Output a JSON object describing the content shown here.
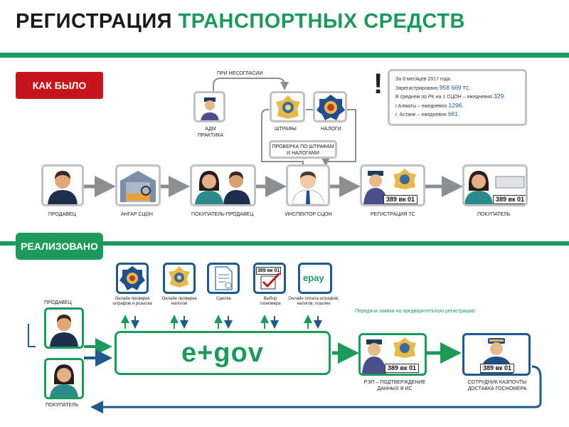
{
  "title": {
    "part1": "РЕГИСТРАЦИЯ",
    "part2": "ТРАНСПОРТНЫХ СРЕДСТВ"
  },
  "colors": {
    "green": "#1d9a5b",
    "red": "#c4161c",
    "blue": "#1f5a8c",
    "gray": "#bfc3c6"
  },
  "before": {
    "badge": "КАК БЫЛО",
    "disagree_label": "ПРИ НЕСОГЛАСИИ",
    "check_label": "ПРОВЕРКА ПО ШТРАФАМ И НАЛОГАМИ",
    "side_nodes": [
      {
        "label": "АДМ ПРАКТИКА",
        "icon": "police-officer-icon"
      },
      {
        "label": "ШТРАФЫ",
        "icon": "police-emblem-icon"
      },
      {
        "label": "НАЛОГИ",
        "icon": "tax-emblem-icon"
      }
    ],
    "steps": [
      {
        "label": "ПРОДАВЕЦ",
        "icon": "man-avatar-icon"
      },
      {
        "label": "АНГАР СЦОН",
        "icon": "garage-inspection-icon"
      },
      {
        "label": "ПОКУПАТЕЛЬ-ПРОДАВЕЦ",
        "icon": "woman-and-man-avatar-icon"
      },
      {
        "label": "ИНСПЕКТОР СЦОН",
        "icon": "inspector-avatar-icon"
      },
      {
        "label": "РЕГИСТРАЦИЯ ТС",
        "icon": "police-registration-icon"
      },
      {
        "label": "ПОКУПАТЕЛЬ",
        "icon": "woman-with-plate-icon"
      }
    ],
    "info": {
      "line1": "За 8 месяцев 2017 года",
      "line2_prefix": "Зарегистрировано",
      "line2_value": "958 669",
      "line2_suffix": "ТС.",
      "line3": "В среднем по РК на 1 СЦОН –  ежедневно",
      "line3_value": "329",
      "line4": "г.Алматы – ежедневно",
      "line4_value": "1296",
      "line5": "г. Астане – ежедневно",
      "line5_value": "661"
    }
  },
  "after": {
    "badge": "РЕАЛИЗОВАНО",
    "egov_logo": "e+gov",
    "services": [
      {
        "label": "Онлайн проверка штрафов и розыска",
        "icon": "tax-emblem-icon"
      },
      {
        "label": "Онлайн проверка налогов",
        "icon": "police-emblem-icon"
      },
      {
        "label": "Сделка",
        "icon": "document-icon"
      },
      {
        "label": "Выбор госномера",
        "icon": "plate-choice-icon"
      },
      {
        "label": "Онлайн оплата штрафов, налогов, пошлин",
        "icon": "epay-icon"
      }
    ],
    "epay_text": "epay",
    "seller_label": "ПРОДАВЕЦ",
    "buyer_label": "ПОКУПАТЕЛЬ",
    "notice": "Передача заявки на предварительную регистрацию",
    "rep_label": "РЭП – ПОДТВЕРЖДЕНИЕ ДАННЫХ В ИС",
    "courier_label": "СОТРУДНИК КАЗПОЧТЫ ДОСТАВКА ГОСНОМЕРА",
    "plate": "389 вк 01",
    "plate_choice": "389 вк 01"
  }
}
